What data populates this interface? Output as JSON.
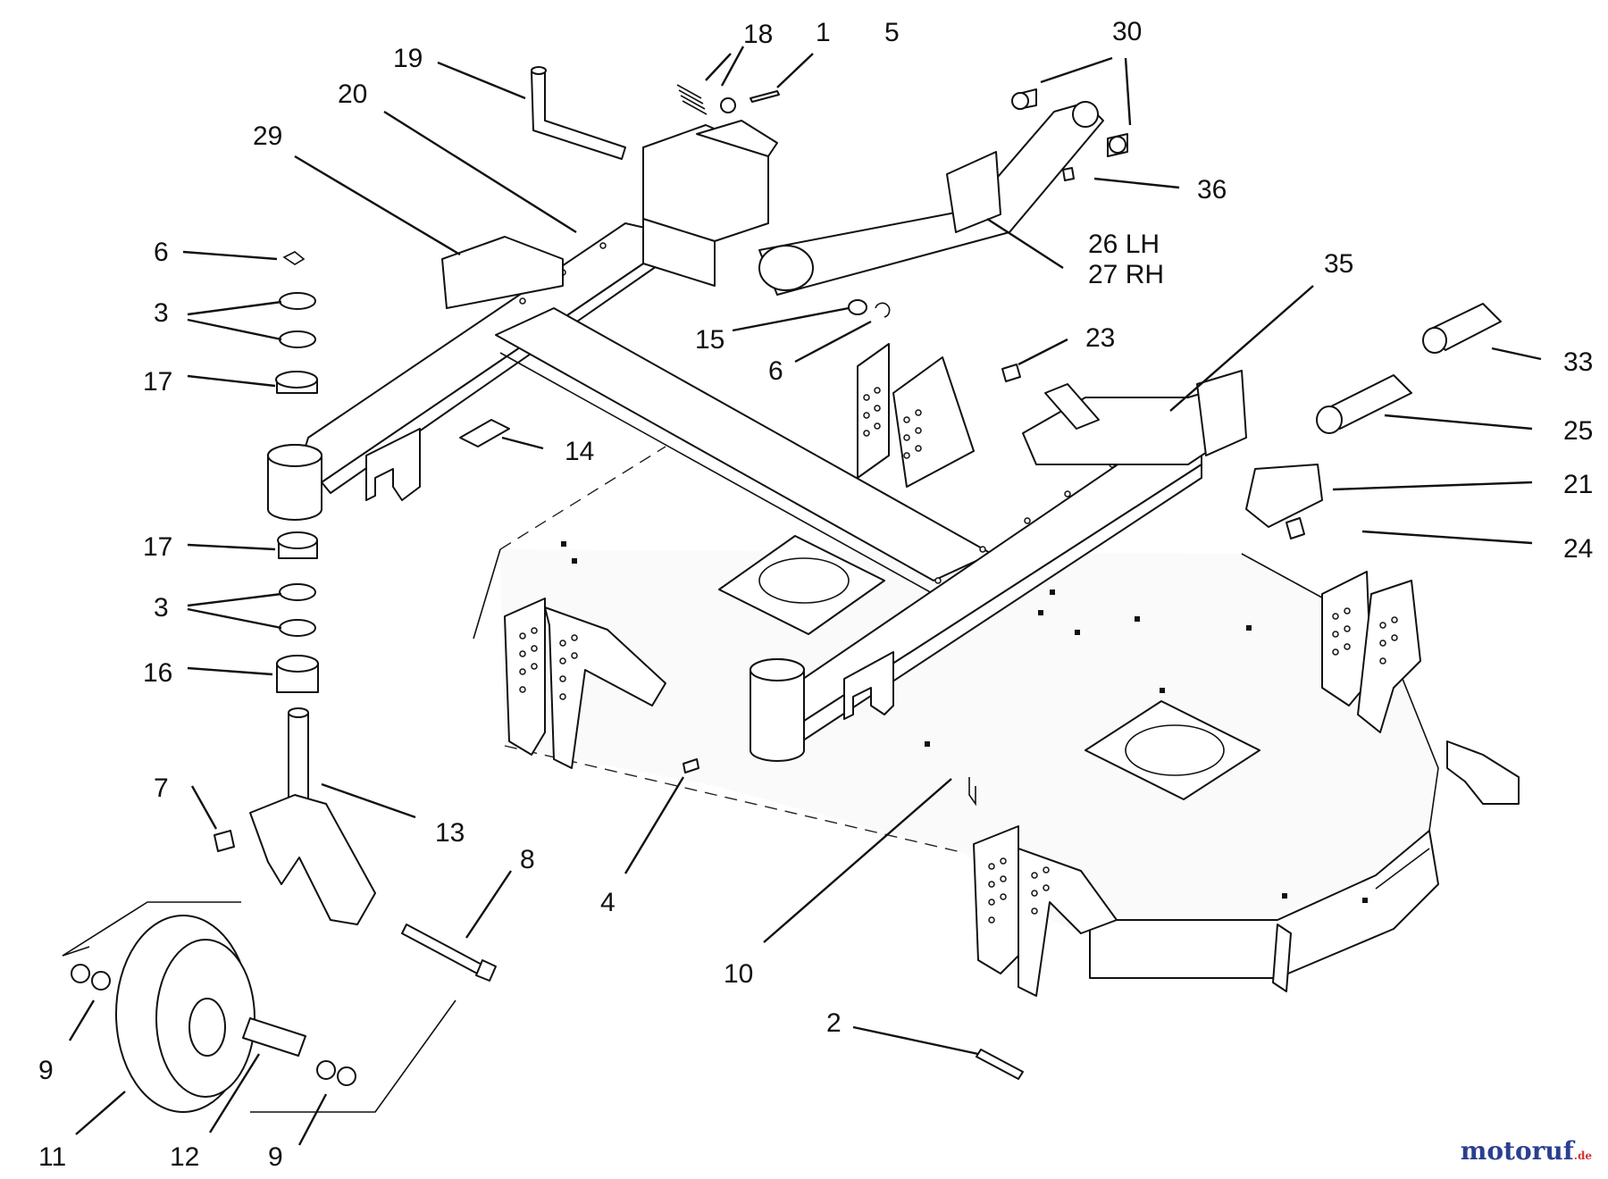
{
  "diagram": {
    "callouts": [
      "1",
      "2",
      "3",
      "3",
      "4",
      "5",
      "6",
      "6",
      "7",
      "8",
      "9",
      "9",
      "10",
      "11",
      "12",
      "13",
      "14",
      "15",
      "16",
      "17",
      "17",
      "18",
      "19",
      "20",
      "21",
      "23",
      "24",
      "25",
      "26 LH",
      "27 RH",
      "29",
      "30",
      "33",
      "35",
      "36"
    ]
  },
  "watermark": {
    "text_main": "motoruf",
    "text_suffix": ".de",
    "color_main": "#2a3f8f",
    "color_dot": "#d8312f"
  }
}
